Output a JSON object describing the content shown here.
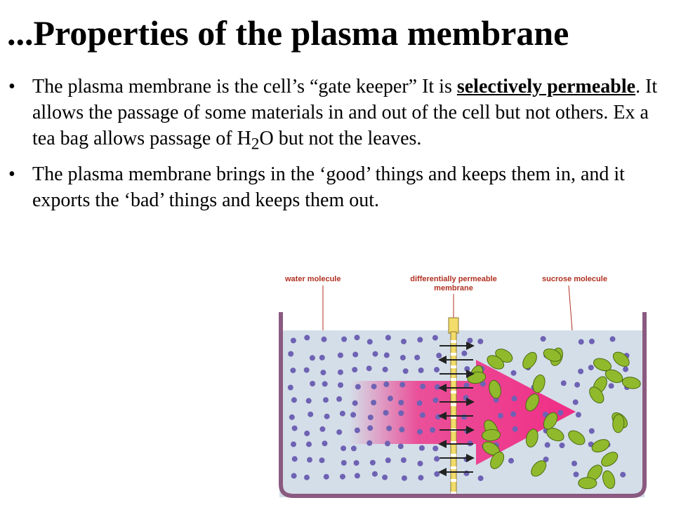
{
  "slide": {
    "title": "...Properties of the plasma membrane",
    "bullets": [
      {
        "text_before": "The plasma membrane is the cell’s “gate keeper” It is ",
        "term": "selectively permeable",
        "text_after_1": ". It allows the passage of some materials in and out of the cell but not others. Ex a tea bag allows passage of H",
        "subscript": "2",
        "text_after_2": "O but not the leaves."
      },
      {
        "text": "The plasma membrane brings in the ‘good’ things and keeps them in, and it exports the ‘bad’ things and keeps them out."
      }
    ]
  },
  "diagram": {
    "labels": {
      "water": "water molecule",
      "membrane_line1": "differentially permeable",
      "membrane_line2": "membrane",
      "sucrose": "sucrose molecule"
    },
    "colors": {
      "water_fill": "#d4dee8",
      "container": "#8a5a80",
      "water_molecule": "#6e62b4",
      "sucrose_molecule": "#90ba2c",
      "arrow": "#f02d86",
      "membrane": "#f2dc6a",
      "label": "#b03020"
    }
  }
}
